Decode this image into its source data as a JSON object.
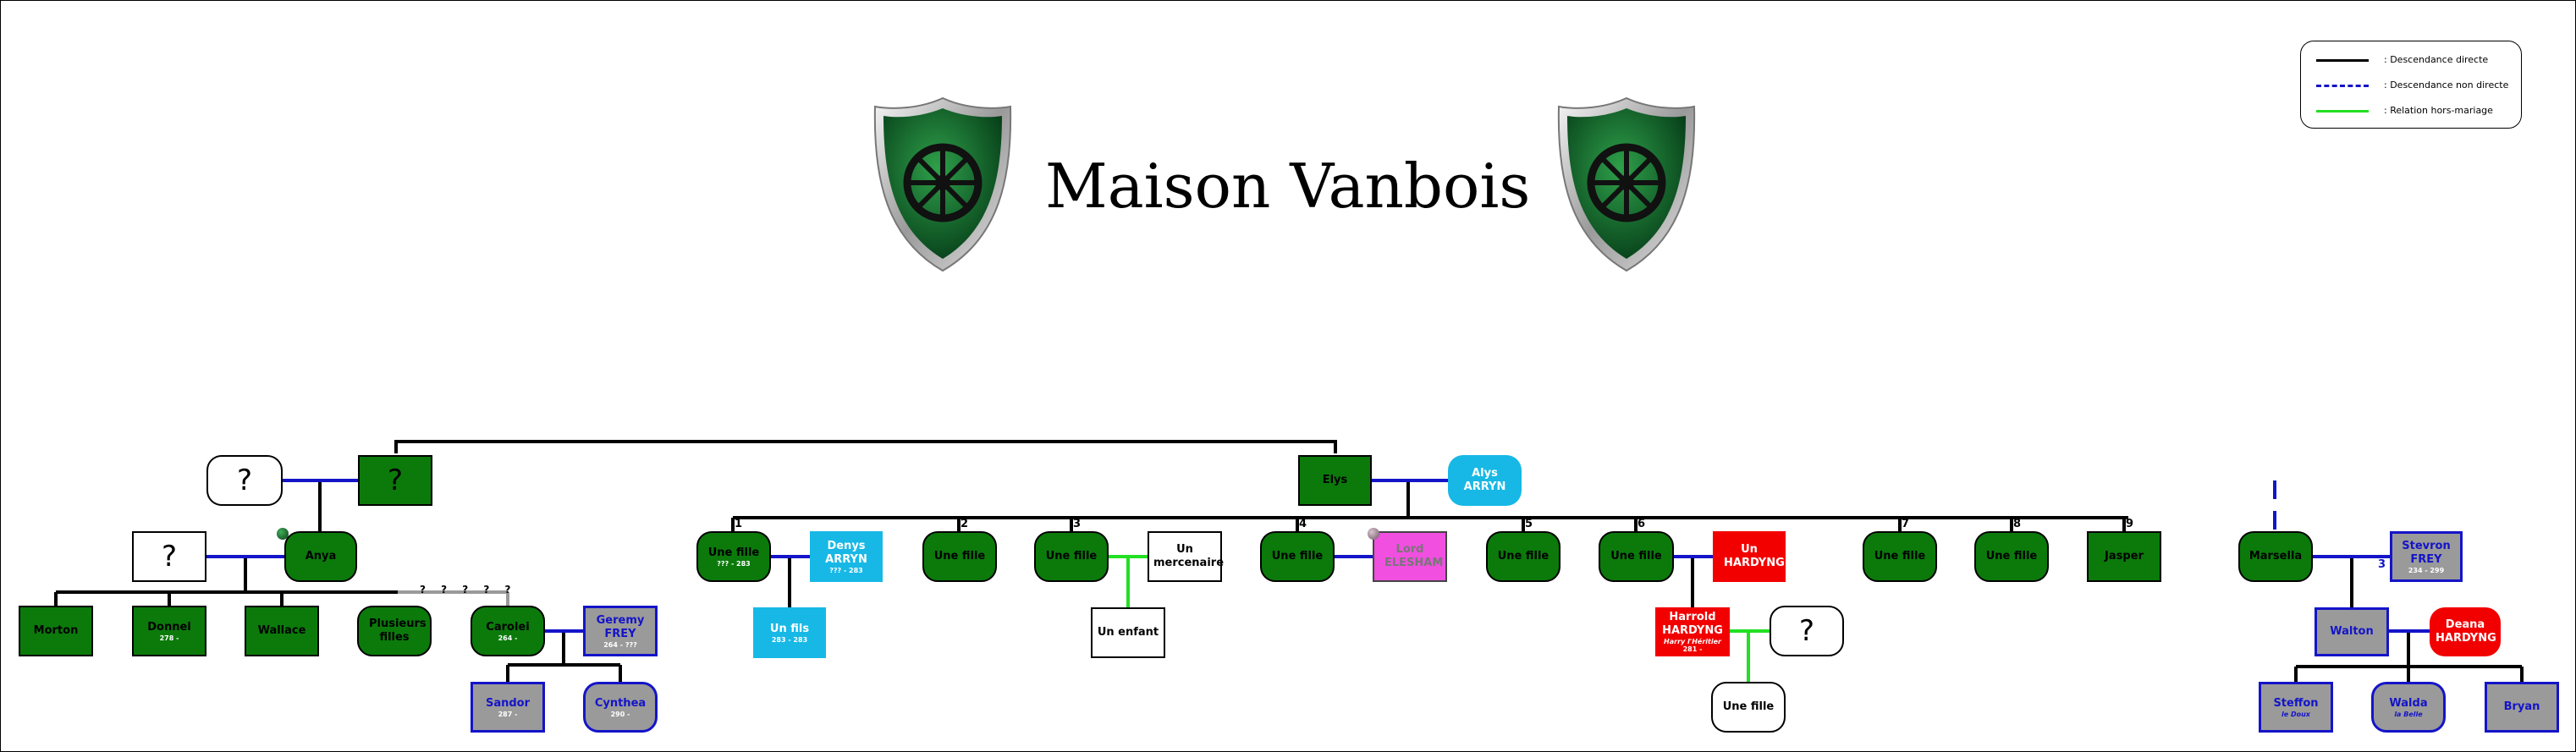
{
  "title": "Maison Vanbois",
  "icons": [
    "shield-icon",
    "wheel-icon"
  ],
  "colors": {
    "house_green": "#0b7a0b",
    "arryn_blue": "#17b8e6",
    "hardyng_red": "#f20000",
    "elesham_pink": "#f04fe0",
    "frey_grey": "#9a9a9a",
    "frey_blue": "#1414c8",
    "direct": "#000000",
    "indirect": "#1414c8",
    "outside_marriage": "#22e022"
  },
  "legend": [
    {
      "label": ": Descendance directe",
      "style": "solid-black"
    },
    {
      "label": ": Descendance non directe",
      "style": "dashed-blue"
    },
    {
      "label": ": Relation hors-mariage",
      "style": "solid-green"
    }
  ],
  "people": {
    "root_unknown": {
      "name": "?"
    },
    "root_unknown_spouse": {
      "name": "?"
    },
    "anya": {
      "name": "Anya"
    },
    "anya_spouse": {
      "name": "?"
    },
    "morton": {
      "name": "Morton"
    },
    "donnel": {
      "name": "Donnel",
      "dates": "278 -"
    },
    "wallace": {
      "name": "Wallace"
    },
    "plusieurs": {
      "name": "Plusieurs filles"
    },
    "plusieurs_marks": "? ? ? ? ?",
    "carolei": {
      "name": "Carolei",
      "dates": "264 -"
    },
    "geremy": {
      "name": "Geremy FREY",
      "dates": "264 - ???"
    },
    "sandor": {
      "name": "Sandor",
      "dates": "287 -"
    },
    "cynthea": {
      "name": "Cynthea",
      "dates": "290 -"
    },
    "elys": {
      "name": "Elys"
    },
    "alys": {
      "name": "Alys ARRYN"
    },
    "fille1": {
      "name": "Une fille",
      "dates": "??? - 283"
    },
    "denys": {
      "name": "Denys ARRYN",
      "dates": "??? - 283"
    },
    "unfils": {
      "name": "Un fils",
      "dates": "283 - 283"
    },
    "fille2": {
      "name": "Une fille"
    },
    "fille3": {
      "name": "Une fille"
    },
    "mercenaire": {
      "name": "Un mercenaire"
    },
    "enfant": {
      "name": "Un enfant"
    },
    "fille4": {
      "name": "Une fille"
    },
    "elesham": {
      "name": "Lord ELESHAM"
    },
    "fille5": {
      "name": "Une fille"
    },
    "fille6": {
      "name": "Une fille"
    },
    "hardyng": {
      "name": "Un HARDYNG"
    },
    "harrold": {
      "name": "Harrold HARDYNG",
      "nickname": "Harry l'Héritier",
      "dates": "281 -"
    },
    "harrold_partner": {
      "name": "?"
    },
    "harrold_daughter": {
      "name": "Une fille"
    },
    "fille7": {
      "name": "Une fille"
    },
    "fille8": {
      "name": "Une fille"
    },
    "jasper": {
      "name": "Jasper"
    },
    "marsella": {
      "name": "Marsella"
    },
    "stevron": {
      "name": "Stevron FREY",
      "dates": "234 - 299"
    },
    "walton": {
      "name": "Walton"
    },
    "deana": {
      "name": "Deana HARDYNG"
    },
    "steffon": {
      "name": "Steffon",
      "nickname": "le Doux"
    },
    "walda": {
      "name": "Walda",
      "nickname": "la Belle"
    },
    "bryan": {
      "name": "Bryan"
    }
  },
  "birth_order": [
    "1",
    "2",
    "3",
    "4",
    "5",
    "6",
    "7",
    "8",
    "9"
  ],
  "marriage_count": "3"
}
